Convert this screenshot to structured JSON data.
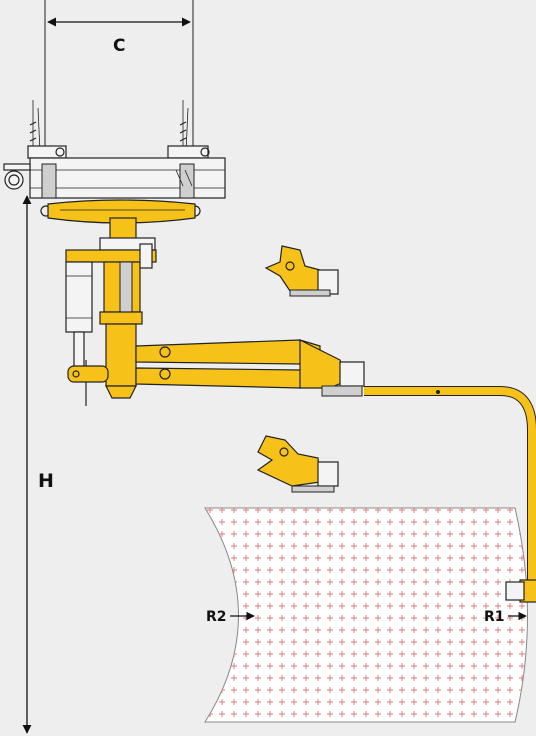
{
  "dimensions": {
    "width_label": "C",
    "height_label": "H",
    "outer_radius_label": "R2",
    "inner_radius_label": "R1"
  },
  "colors": {
    "machine_yellow": "#f6c21a",
    "outline": "#222222",
    "work_area_marks": "#e07878",
    "background": "#eeeeee"
  },
  "icons": {
    "work_area_marker": "red-cross-grid",
    "dimension_arrow": "arrowhead"
  }
}
